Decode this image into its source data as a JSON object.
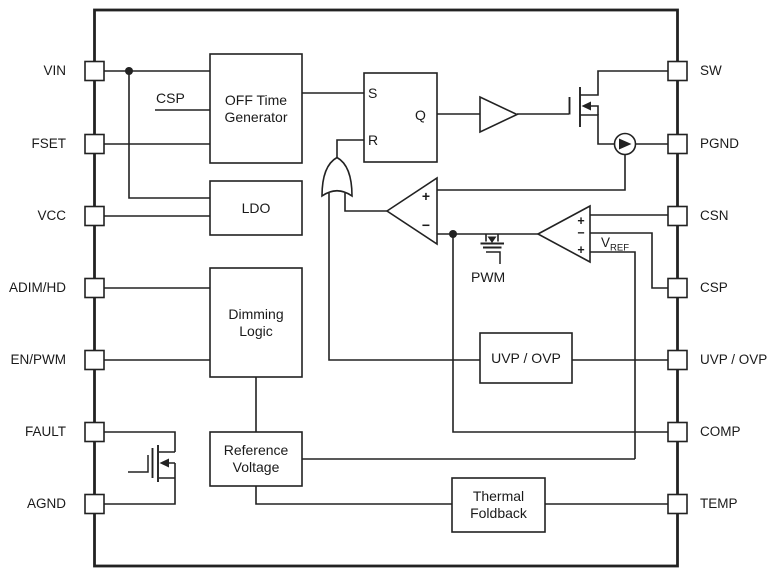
{
  "diagram": {
    "background": "#ffffff",
    "line_color": "#222222",
    "text_color": "#1a1a1a",
    "left_pins": [
      {
        "label": "VIN"
      },
      {
        "label": "FSET"
      },
      {
        "label": "VCC"
      },
      {
        "label": "ADIM/HD"
      },
      {
        "label": "EN/PWM"
      },
      {
        "label": "FAULT"
      },
      {
        "label": "AGND"
      }
    ],
    "right_pins": [
      {
        "label": "SW"
      },
      {
        "label": "PGND"
      },
      {
        "label": "CSN"
      },
      {
        "label": "CSP"
      },
      {
        "label": "UVP / OVP"
      },
      {
        "label": "COMP"
      },
      {
        "label": "TEMP"
      }
    ],
    "blocks": {
      "off_time_generator": {
        "line1": "OFF Time",
        "line2": "Generator"
      },
      "ldo": {
        "label": "LDO"
      },
      "dimming_logic": {
        "line1": "Dimming",
        "line2": "Logic"
      },
      "reference_voltage": {
        "line1": "Reference",
        "line2": "Voltage"
      },
      "uvp_ovp": {
        "label": "UVP / OVP"
      },
      "thermal_foldback": {
        "line1": "Thermal",
        "line2": "Foldback"
      }
    },
    "sr_latch": {
      "s": "S",
      "r": "R",
      "q": "Q"
    },
    "comparator_main": {
      "plus": "+",
      "minus": "−"
    },
    "comparator_sense": {
      "plus_top": "+",
      "minus": "−",
      "plus_bottom": "+"
    },
    "labels": {
      "csp_wire": "CSP",
      "vref_base": "V",
      "vref_sub": "REF",
      "pwm": "PWM"
    }
  }
}
